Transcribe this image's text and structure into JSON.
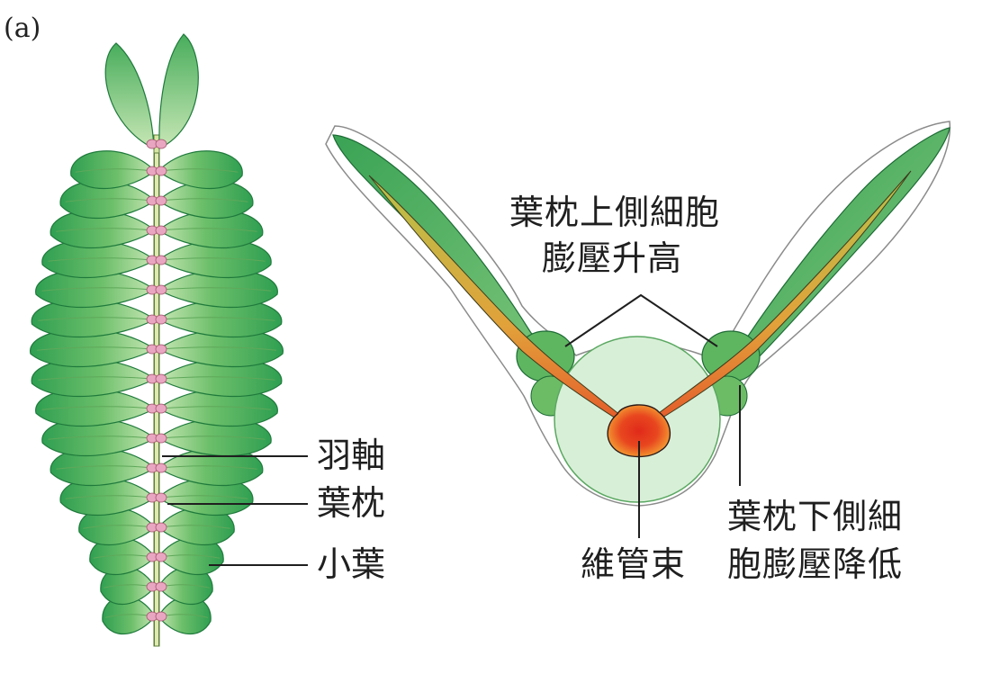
{
  "panel_label": "(a)",
  "leaf_labels": {
    "rachis": "羽軸",
    "pulvinus": "葉枕",
    "leaflet": "小葉"
  },
  "cross_section_labels": {
    "upper_cells": [
      "葉枕上側細胞",
      "膨壓升高"
    ],
    "vascular_bundle": "維管束",
    "lower_cells": [
      "葉枕下側細",
      "胞膨壓降低"
    ]
  },
  "colors": {
    "leaf_dark": "#2e9e4f",
    "leaf_light": "#c9e8b8",
    "pulvinus_pink": "#e9a6c0",
    "cortex": "#d6eed6",
    "bundle_core": "#e8321c",
    "bundle_outer": "#f1a03a"
  }
}
